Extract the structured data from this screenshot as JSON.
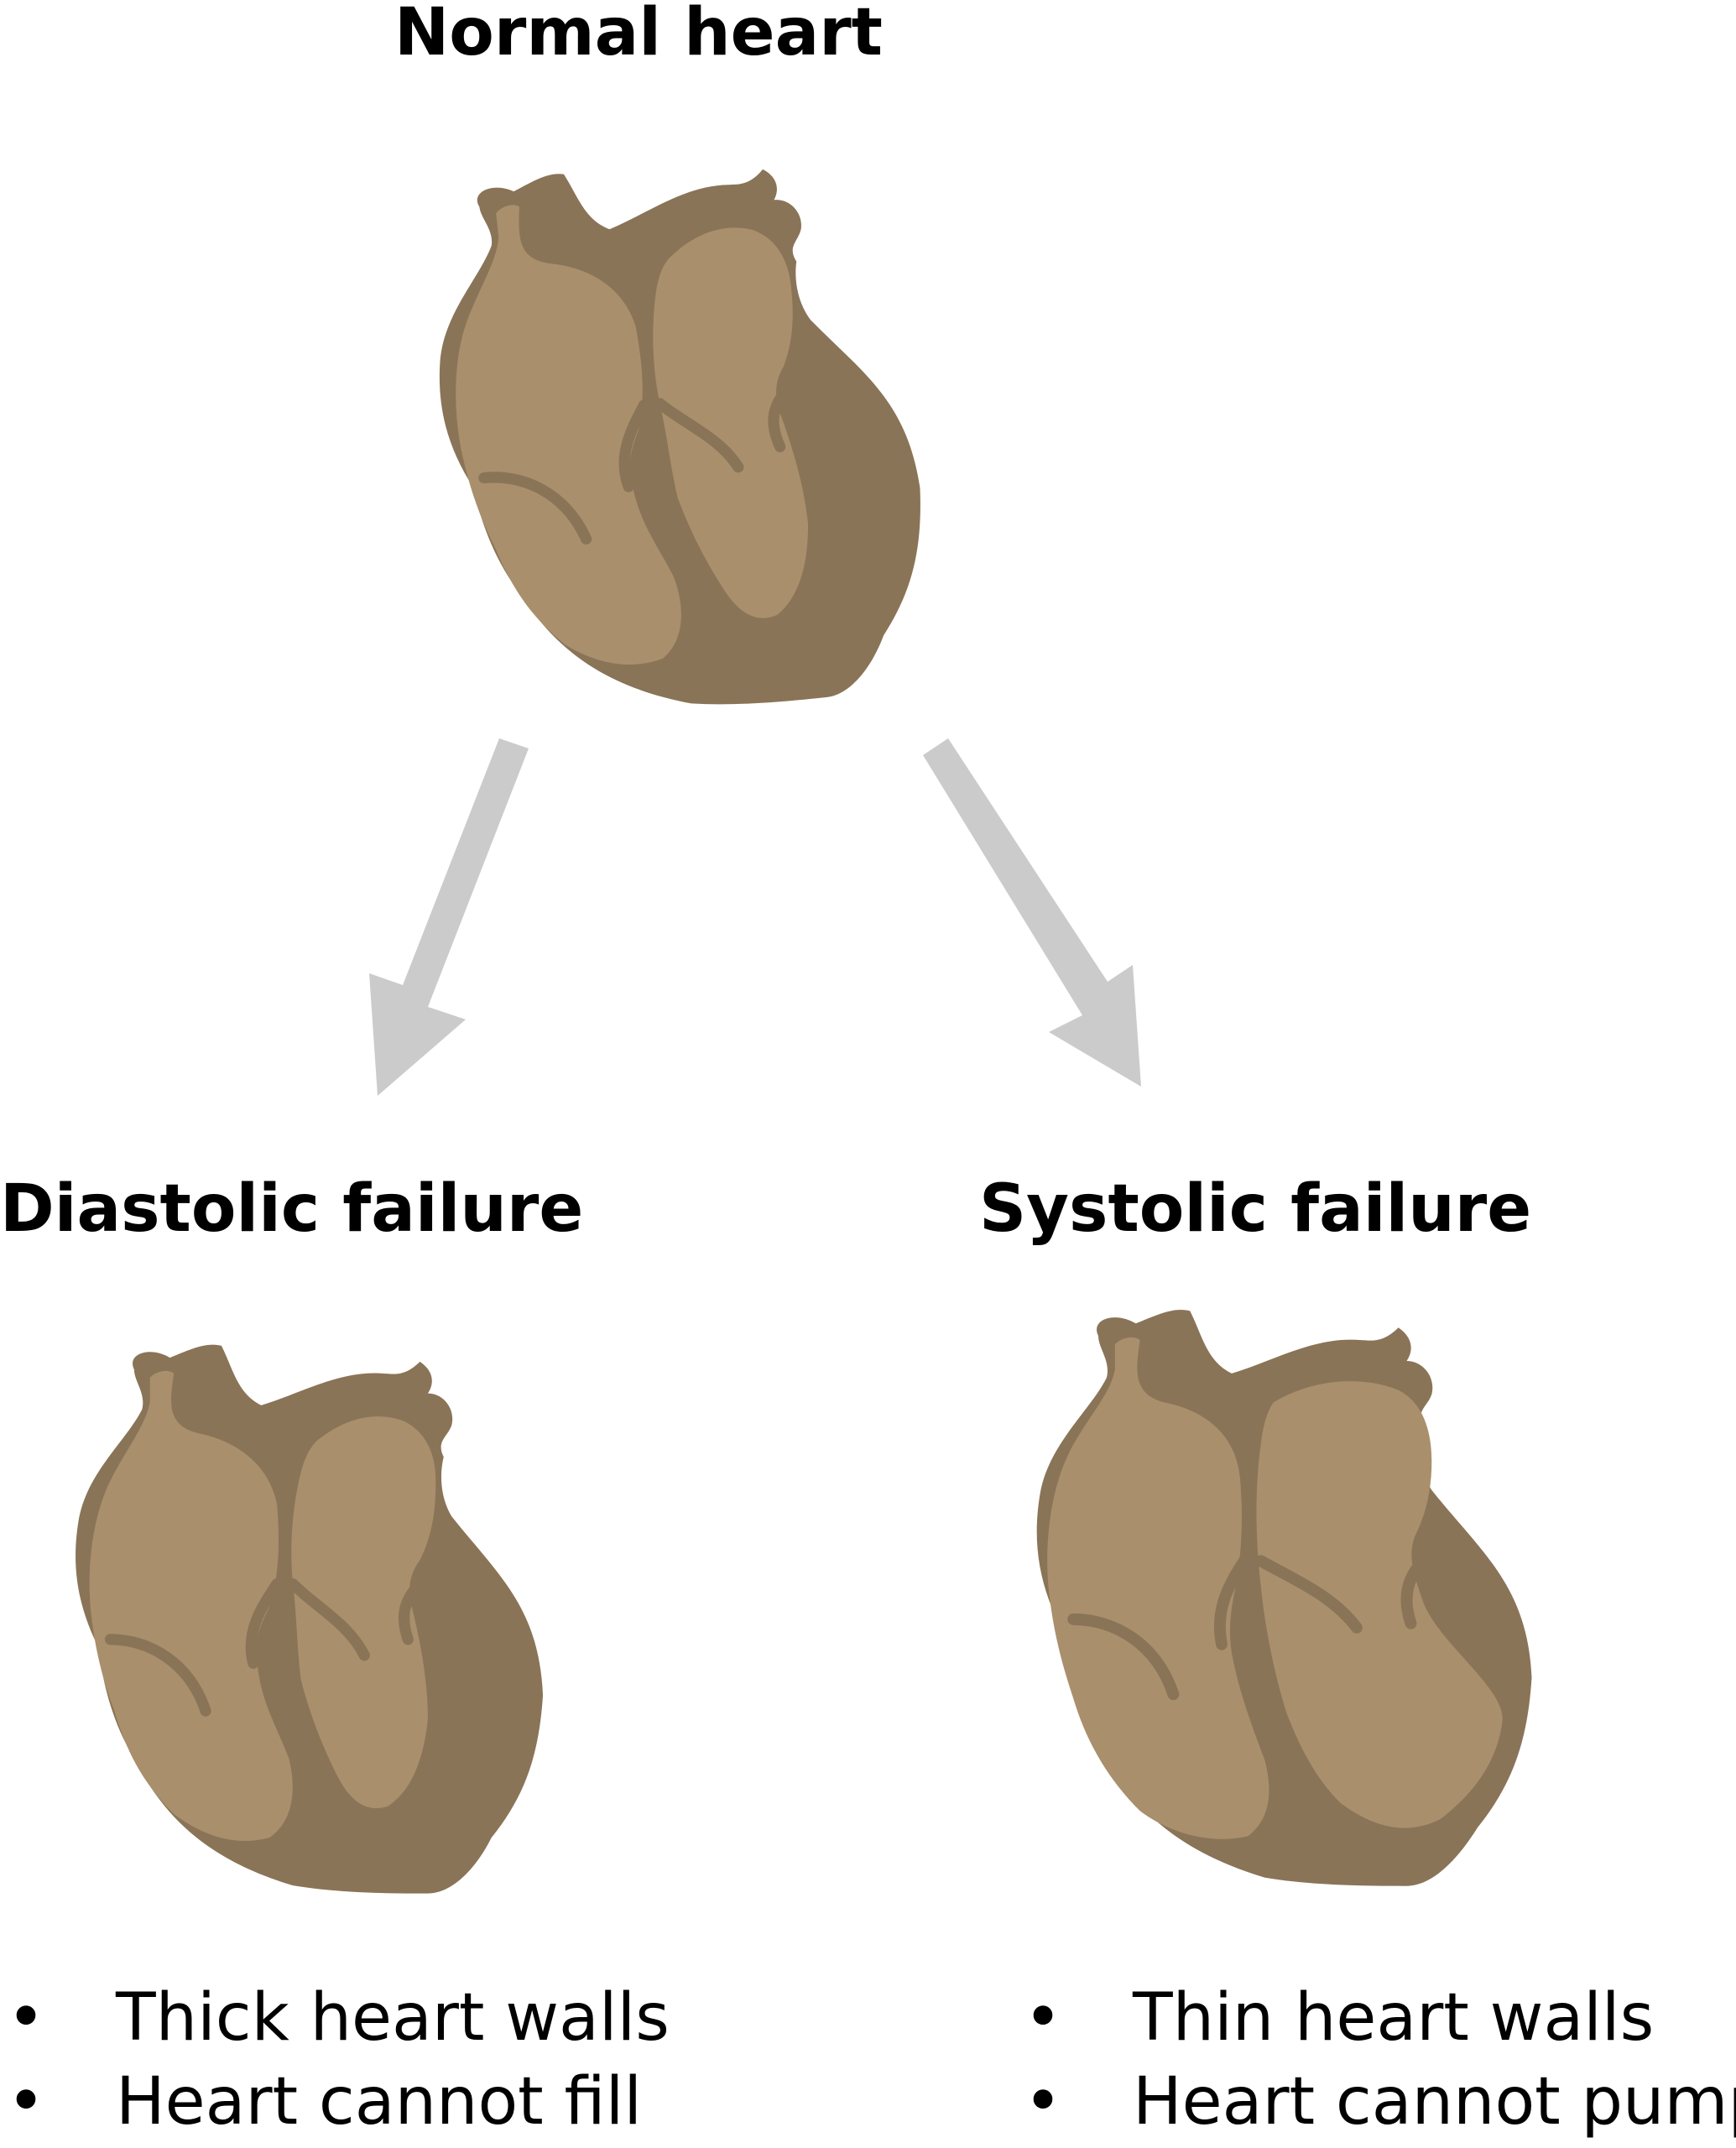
{
  "titles": {
    "normal": "Normal heart",
    "diastolic": "Diastolic failure",
    "systolic": "Systolic failure"
  },
  "diastolic_bullets": [
    "Thick heart walls",
    "Heart cannot fill"
  ],
  "systolic_bullets": [
    "Thin heart walls",
    "Heart cannot pump"
  ],
  "bullet_glyph": "•",
  "colors": {
    "heart_fill": "#a98f6c",
    "heart_dark": "#8a7457",
    "arrow": "#cccbcb"
  }
}
